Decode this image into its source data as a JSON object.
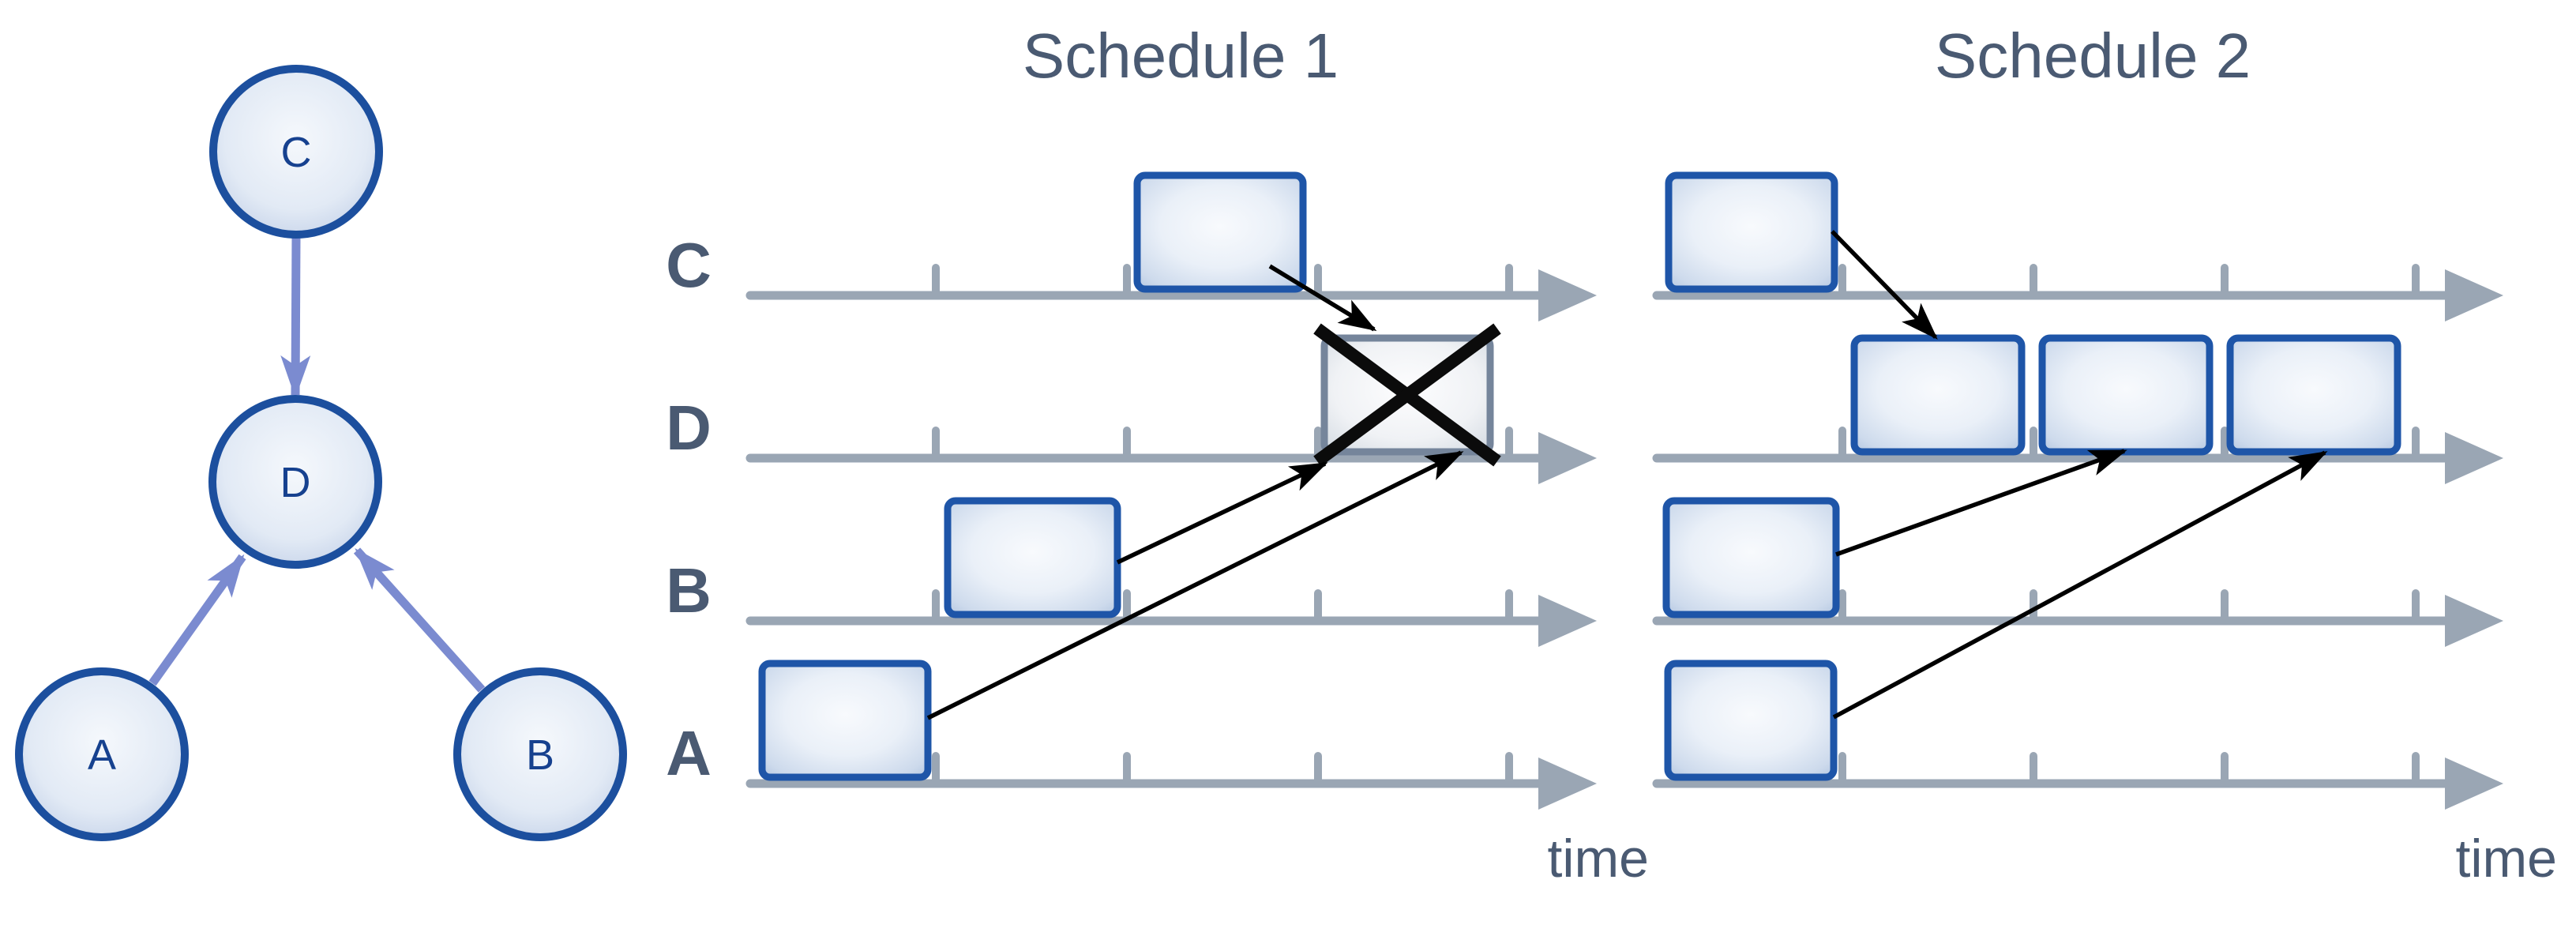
{
  "graph": {
    "nodes": [
      {
        "id": "C",
        "label": "C"
      },
      {
        "id": "D",
        "label": "D"
      },
      {
        "id": "A",
        "label": "A"
      },
      {
        "id": "B",
        "label": "B"
      }
    ],
    "edges": [
      {
        "from": "C",
        "to": "D"
      },
      {
        "from": "A",
        "to": "D"
      },
      {
        "from": "B",
        "to": "D"
      }
    ]
  },
  "schedules": [
    {
      "title": "Schedule 1",
      "row_labels": [
        "C",
        "D",
        "B",
        "A"
      ],
      "time_label": "time",
      "ticks_per_row": 4,
      "tasks": [
        {
          "row": "C",
          "start_tick": 2,
          "end_tick": 3,
          "crossed_out": false
        },
        {
          "row": "D",
          "start_tick": 3,
          "end_tick": 4,
          "crossed_out": true
        },
        {
          "row": "B",
          "start_tick": 1,
          "end_tick": 2,
          "crossed_out": false
        },
        {
          "row": "A",
          "start_tick": 0,
          "end_tick": 1,
          "crossed_out": false
        }
      ],
      "signal_arrows": [
        {
          "from_row": "C",
          "to_row": "D"
        },
        {
          "from_row": "B",
          "to_row": "D"
        },
        {
          "from_row": "A",
          "to_row": "D"
        }
      ]
    },
    {
      "title": "Schedule 2",
      "row_labels": [],
      "time_label": "time",
      "ticks_per_row": 4,
      "tasks": [
        {
          "row": "C",
          "start_tick": 0,
          "end_tick": 1,
          "crossed_out": false
        },
        {
          "row": "D",
          "start_tick": 1,
          "end_tick": 2,
          "crossed_out": false
        },
        {
          "row": "D",
          "start_tick": 2,
          "end_tick": 3,
          "crossed_out": false
        },
        {
          "row": "D",
          "start_tick": 3,
          "end_tick": 4,
          "crossed_out": false
        },
        {
          "row": "B",
          "start_tick": 0,
          "end_tick": 1,
          "crossed_out": false
        },
        {
          "row": "A",
          "start_tick": 0,
          "end_tick": 1,
          "crossed_out": false
        }
      ],
      "signal_arrows": [
        {
          "from_row": "C",
          "to_row": "D",
          "to_task_index": 0
        },
        {
          "from_row": "B",
          "to_row": "D",
          "to_task_index": 1
        },
        {
          "from_row": "A",
          "to_row": "D",
          "to_task_index": 2
        }
      ]
    }
  ],
  "colors": {
    "task_box_border": "#1e55a8",
    "task_box_fill_center": "#f8fafd",
    "task_box_fill_edge": "#a7bddc",
    "crossed_task_border": "#75859b",
    "node_border": "#1c4f9e",
    "dependency_arrow": "#7b8bd0",
    "timeline": "#9aa6b4",
    "heading_text": "#4a5a72",
    "node_label_text": "#16418f",
    "signal_arrow": "#000000"
  }
}
